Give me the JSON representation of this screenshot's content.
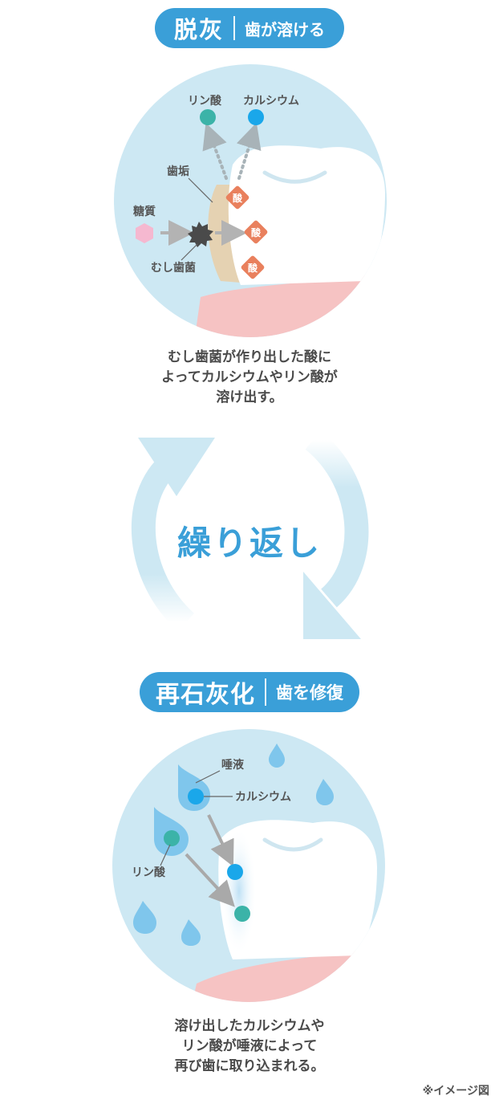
{
  "demineralization": {
    "title": "脱灰",
    "subtitle": "歯が溶ける",
    "labels": {
      "phosphoric_acid": "リン酸",
      "calcium": "カルシウム",
      "plaque": "歯垢",
      "sugar": "糖質",
      "bacteria": "むし歯菌",
      "acid": "酸"
    },
    "caption": [
      "むし歯菌が作り出した酸に",
      "よってカルシウムやリン酸が",
      "溶け出す。"
    ]
  },
  "cycle": {
    "label": "繰り返し"
  },
  "remineralization": {
    "title": "再石灰化",
    "subtitle": "歯を修復",
    "labels": {
      "saliva": "唾液",
      "calcium": "カルシウム",
      "phosphoric_acid": "リン酸"
    },
    "caption": [
      "溶け出したカルシウムや",
      "リン酸が唾液によって",
      "再び歯に取り込まれる。"
    ]
  },
  "note": "※イメージ図",
  "colors": {
    "accent_blue": "#3a9fd8",
    "circle_bg": "#cde8f3",
    "calcium_dot": "#1aa7ea",
    "phosphate_dot": "#3bb3a8",
    "acid_diamond": "#e9805d",
    "sugar_hex": "#f5b8d0",
    "gum": "#f6c3c3",
    "plaque": "#e5d2b2"
  }
}
